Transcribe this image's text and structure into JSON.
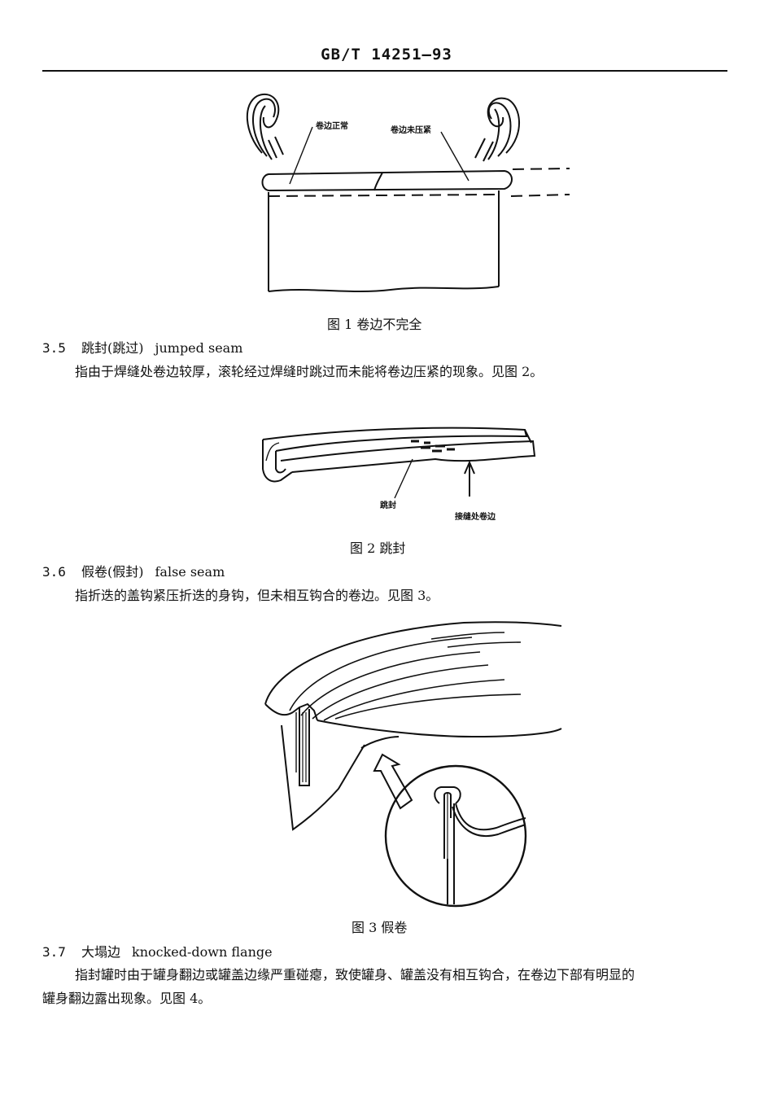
{
  "header": {
    "standard_number": "GB/T 14251—93"
  },
  "figures": {
    "fig1": {
      "caption": "图 1   卷边不完全",
      "label_left": "卷边正常",
      "label_right": "卷边未压紧"
    },
    "fig2": {
      "caption": "图 2   跳封",
      "label_left": "跳封",
      "label_right": "接缝处卷边"
    },
    "fig3": {
      "caption": "图 3   假卷"
    }
  },
  "sections": [
    {
      "number": "3.5",
      "title_zh": "跳封(跳过)",
      "title_en": "jumped seam",
      "text": "指由于焊缝处卷边较厚，滚轮经过焊缝时跳过而未能将卷边压紧的现象。见图 2。"
    },
    {
      "number": "3.6",
      "title_zh": "假卷(假封)",
      "title_en": "false seam",
      "text": "指折迭的盖钩紧压折迭的身钩，但未相互钩合的卷边。见图 3。"
    },
    {
      "number": "3.7",
      "title_zh": "大塌边",
      "title_en": "knocked-down flange",
      "text_line1": "指封罐时由于罐身翻边或罐盖边缘严重碰瘪，致使罐身、罐盖没有相互钩合，在卷边下部有明显的",
      "text_line2": "罐身翻边露出现象。见图 4。"
    }
  ]
}
